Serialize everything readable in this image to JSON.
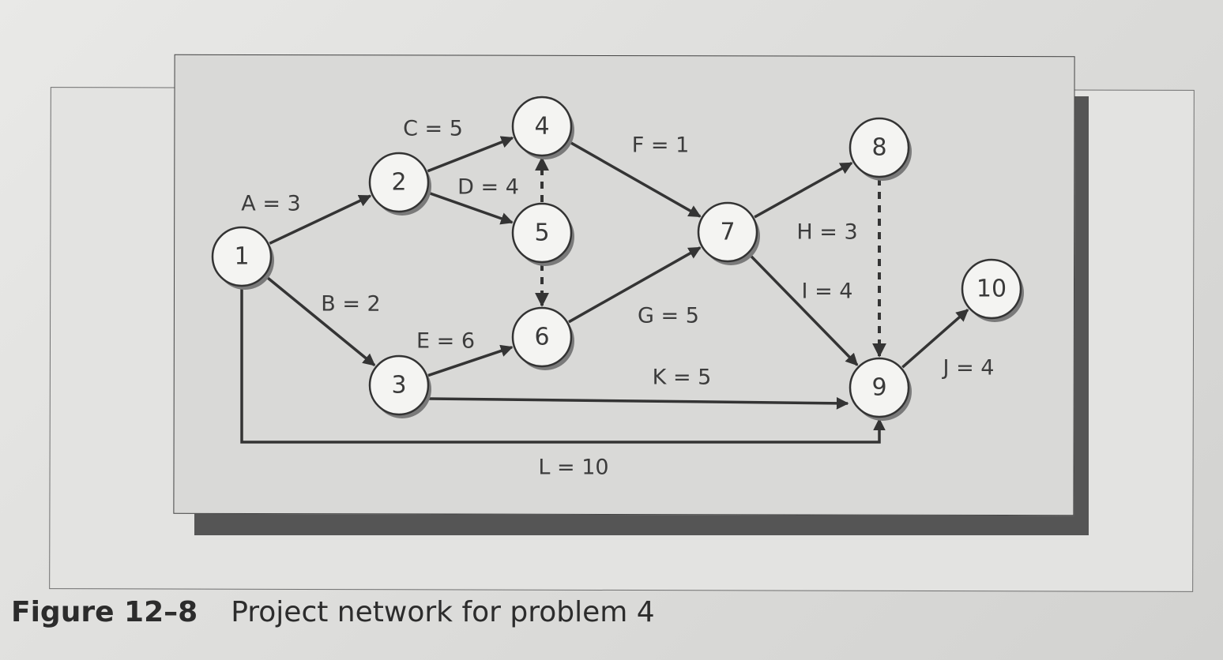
{
  "figure": {
    "number": "Figure 12–8",
    "title": "Project network for problem 4"
  },
  "nodes": [
    {
      "id": "1",
      "label": "1"
    },
    {
      "id": "2",
      "label": "2"
    },
    {
      "id": "3",
      "label": "3"
    },
    {
      "id": "4",
      "label": "4"
    },
    {
      "id": "5",
      "label": "5"
    },
    {
      "id": "6",
      "label": "6"
    },
    {
      "id": "7",
      "label": "7"
    },
    {
      "id": "8",
      "label": "8"
    },
    {
      "id": "9",
      "label": "9"
    },
    {
      "id": "10",
      "label": "10"
    }
  ],
  "edges": [
    {
      "from": "1",
      "to": "2",
      "label": "A = 3",
      "dummy": false
    },
    {
      "from": "1",
      "to": "3",
      "label": "B = 2",
      "dummy": false
    },
    {
      "from": "2",
      "to": "4",
      "label": "C = 5",
      "dummy": false
    },
    {
      "from": "2",
      "to": "5",
      "label": "D = 4",
      "dummy": false
    },
    {
      "from": "3",
      "to": "6",
      "label": "E = 6",
      "dummy": false
    },
    {
      "from": "4",
      "to": "7",
      "label": "F = 1",
      "dummy": false
    },
    {
      "from": "6",
      "to": "7",
      "label": "G = 5",
      "dummy": false
    },
    {
      "from": "7",
      "to": "8",
      "label": "H = 3",
      "dummy": false
    },
    {
      "from": "7",
      "to": "9",
      "label": "I = 4",
      "dummy": false
    },
    {
      "from": "9",
      "to": "10",
      "label": "J = 4",
      "dummy": false
    },
    {
      "from": "3",
      "to": "9",
      "label": "K = 5",
      "dummy": false
    },
    {
      "from": "1",
      "to": "9",
      "label": "L = 10",
      "dummy": false
    },
    {
      "from": "5",
      "to": "4",
      "label": "",
      "dummy": true
    },
    {
      "from": "5",
      "to": "6",
      "label": "",
      "dummy": true
    },
    {
      "from": "8",
      "to": "9",
      "label": "",
      "dummy": true
    }
  ]
}
